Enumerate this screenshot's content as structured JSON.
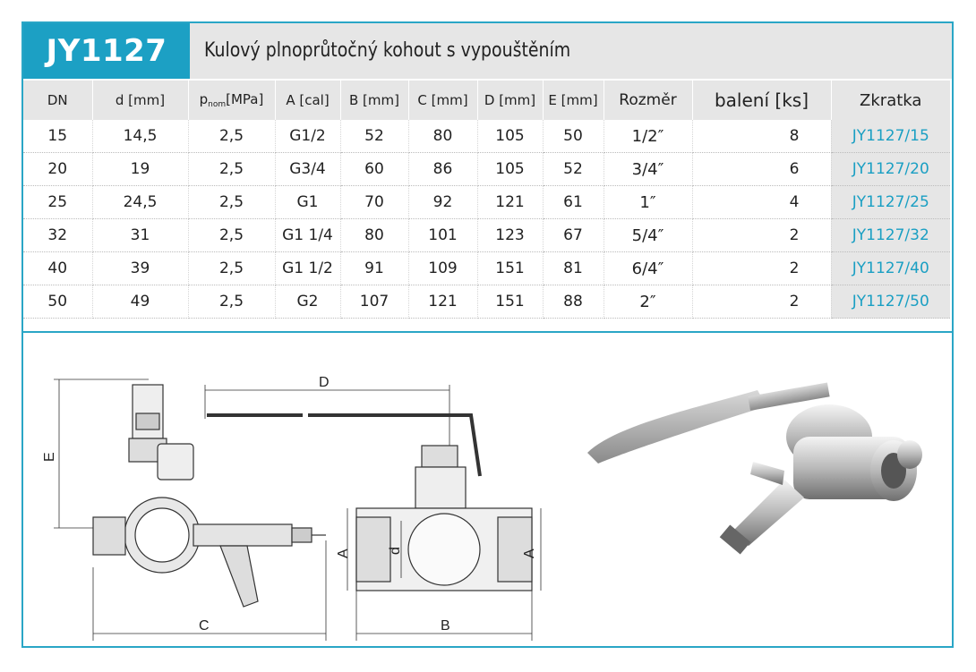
{
  "header": {
    "code": "JY1127",
    "title": "Kulový plnoprůtočný kohout s vypouštěním"
  },
  "table": {
    "columns": {
      "dn": "DN",
      "d": "d [mm]",
      "p_main": "p",
      "p_sub": "nom",
      "p_unit": "[MPa]",
      "a": "A [cal]",
      "b": "B [mm]",
      "c": "C [mm]",
      "dd": "D [mm]",
      "e": "E [mm]",
      "rozmer": "Rozměr",
      "baleni": "balení [ks]",
      "zkratka": "Zkratka"
    },
    "rows": [
      {
        "dn": "15",
        "d": "14,5",
        "p": "2,5",
        "a": "G1/2",
        "b": "52",
        "c": "80",
        "dd": "105",
        "e": "50",
        "rozmer": "1/2″",
        "baleni": "8",
        "zkratka": "JY1127/15"
      },
      {
        "dn": "20",
        "d": "19",
        "p": "2,5",
        "a": "G3/4",
        "b": "60",
        "c": "86",
        "dd": "105",
        "e": "52",
        "rozmer": "3/4″",
        "baleni": "6",
        "zkratka": "JY1127/20"
      },
      {
        "dn": "25",
        "d": "24,5",
        "p": "2,5",
        "a": "G1",
        "b": "70",
        "c": "92",
        "dd": "121",
        "e": "61",
        "rozmer": "1″",
        "baleni": "4",
        "zkratka": "JY1127/25"
      },
      {
        "dn": "32",
        "d": "31",
        "p": "2,5",
        "a": "G1 1/4",
        "b": "80",
        "c": "101",
        "dd": "123",
        "e": "67",
        "rozmer": "5/4″",
        "baleni": "2",
        "zkratka": "JY1127/32"
      },
      {
        "dn": "40",
        "d": "39",
        "p": "2,5",
        "a": "G1 1/2",
        "b": "91",
        "c": "109",
        "dd": "151",
        "e": "81",
        "rozmer": "6/4″",
        "baleni": "2",
        "zkratka": "JY1127/40"
      },
      {
        "dn": "50",
        "d": "49",
        "p": "2,5",
        "a": "G2",
        "b": "107",
        "c": "121",
        "dd": "151",
        "e": "88",
        "rozmer": "2″",
        "baleni": "2",
        "zkratka": "JY1127/50"
      }
    ]
  },
  "drawing": {
    "labels": {
      "d_top": "D",
      "e_side": "E",
      "c_bottom": "C",
      "b_bottom": "B",
      "a_left": "A",
      "a_right": "A",
      "d_inner": "d"
    }
  },
  "colors": {
    "accent": "#1ca0c4",
    "header_bg": "#e6e6e6",
    "border": "#2aa6c6"
  }
}
